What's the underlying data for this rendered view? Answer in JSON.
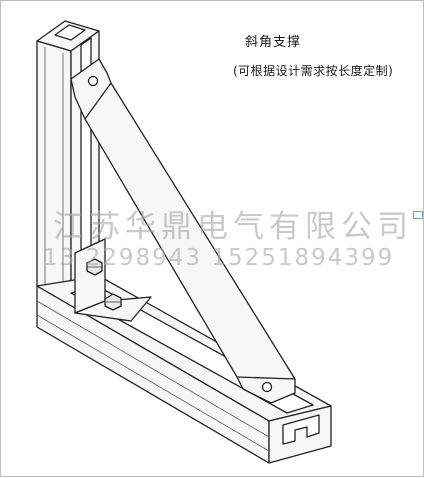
{
  "caption": {
    "title": "斜角支撑",
    "note": "(可根据设计需求按长度定制)"
  },
  "watermark": {
    "company": "江苏华鼎电气有限公司",
    "phones": "13 2298943 15251894399"
  },
  "drawing": {
    "subject": "diagonal-bracket-on-strut-channel",
    "line_color": "#222222",
    "fill_color": "#f7f7f7"
  }
}
